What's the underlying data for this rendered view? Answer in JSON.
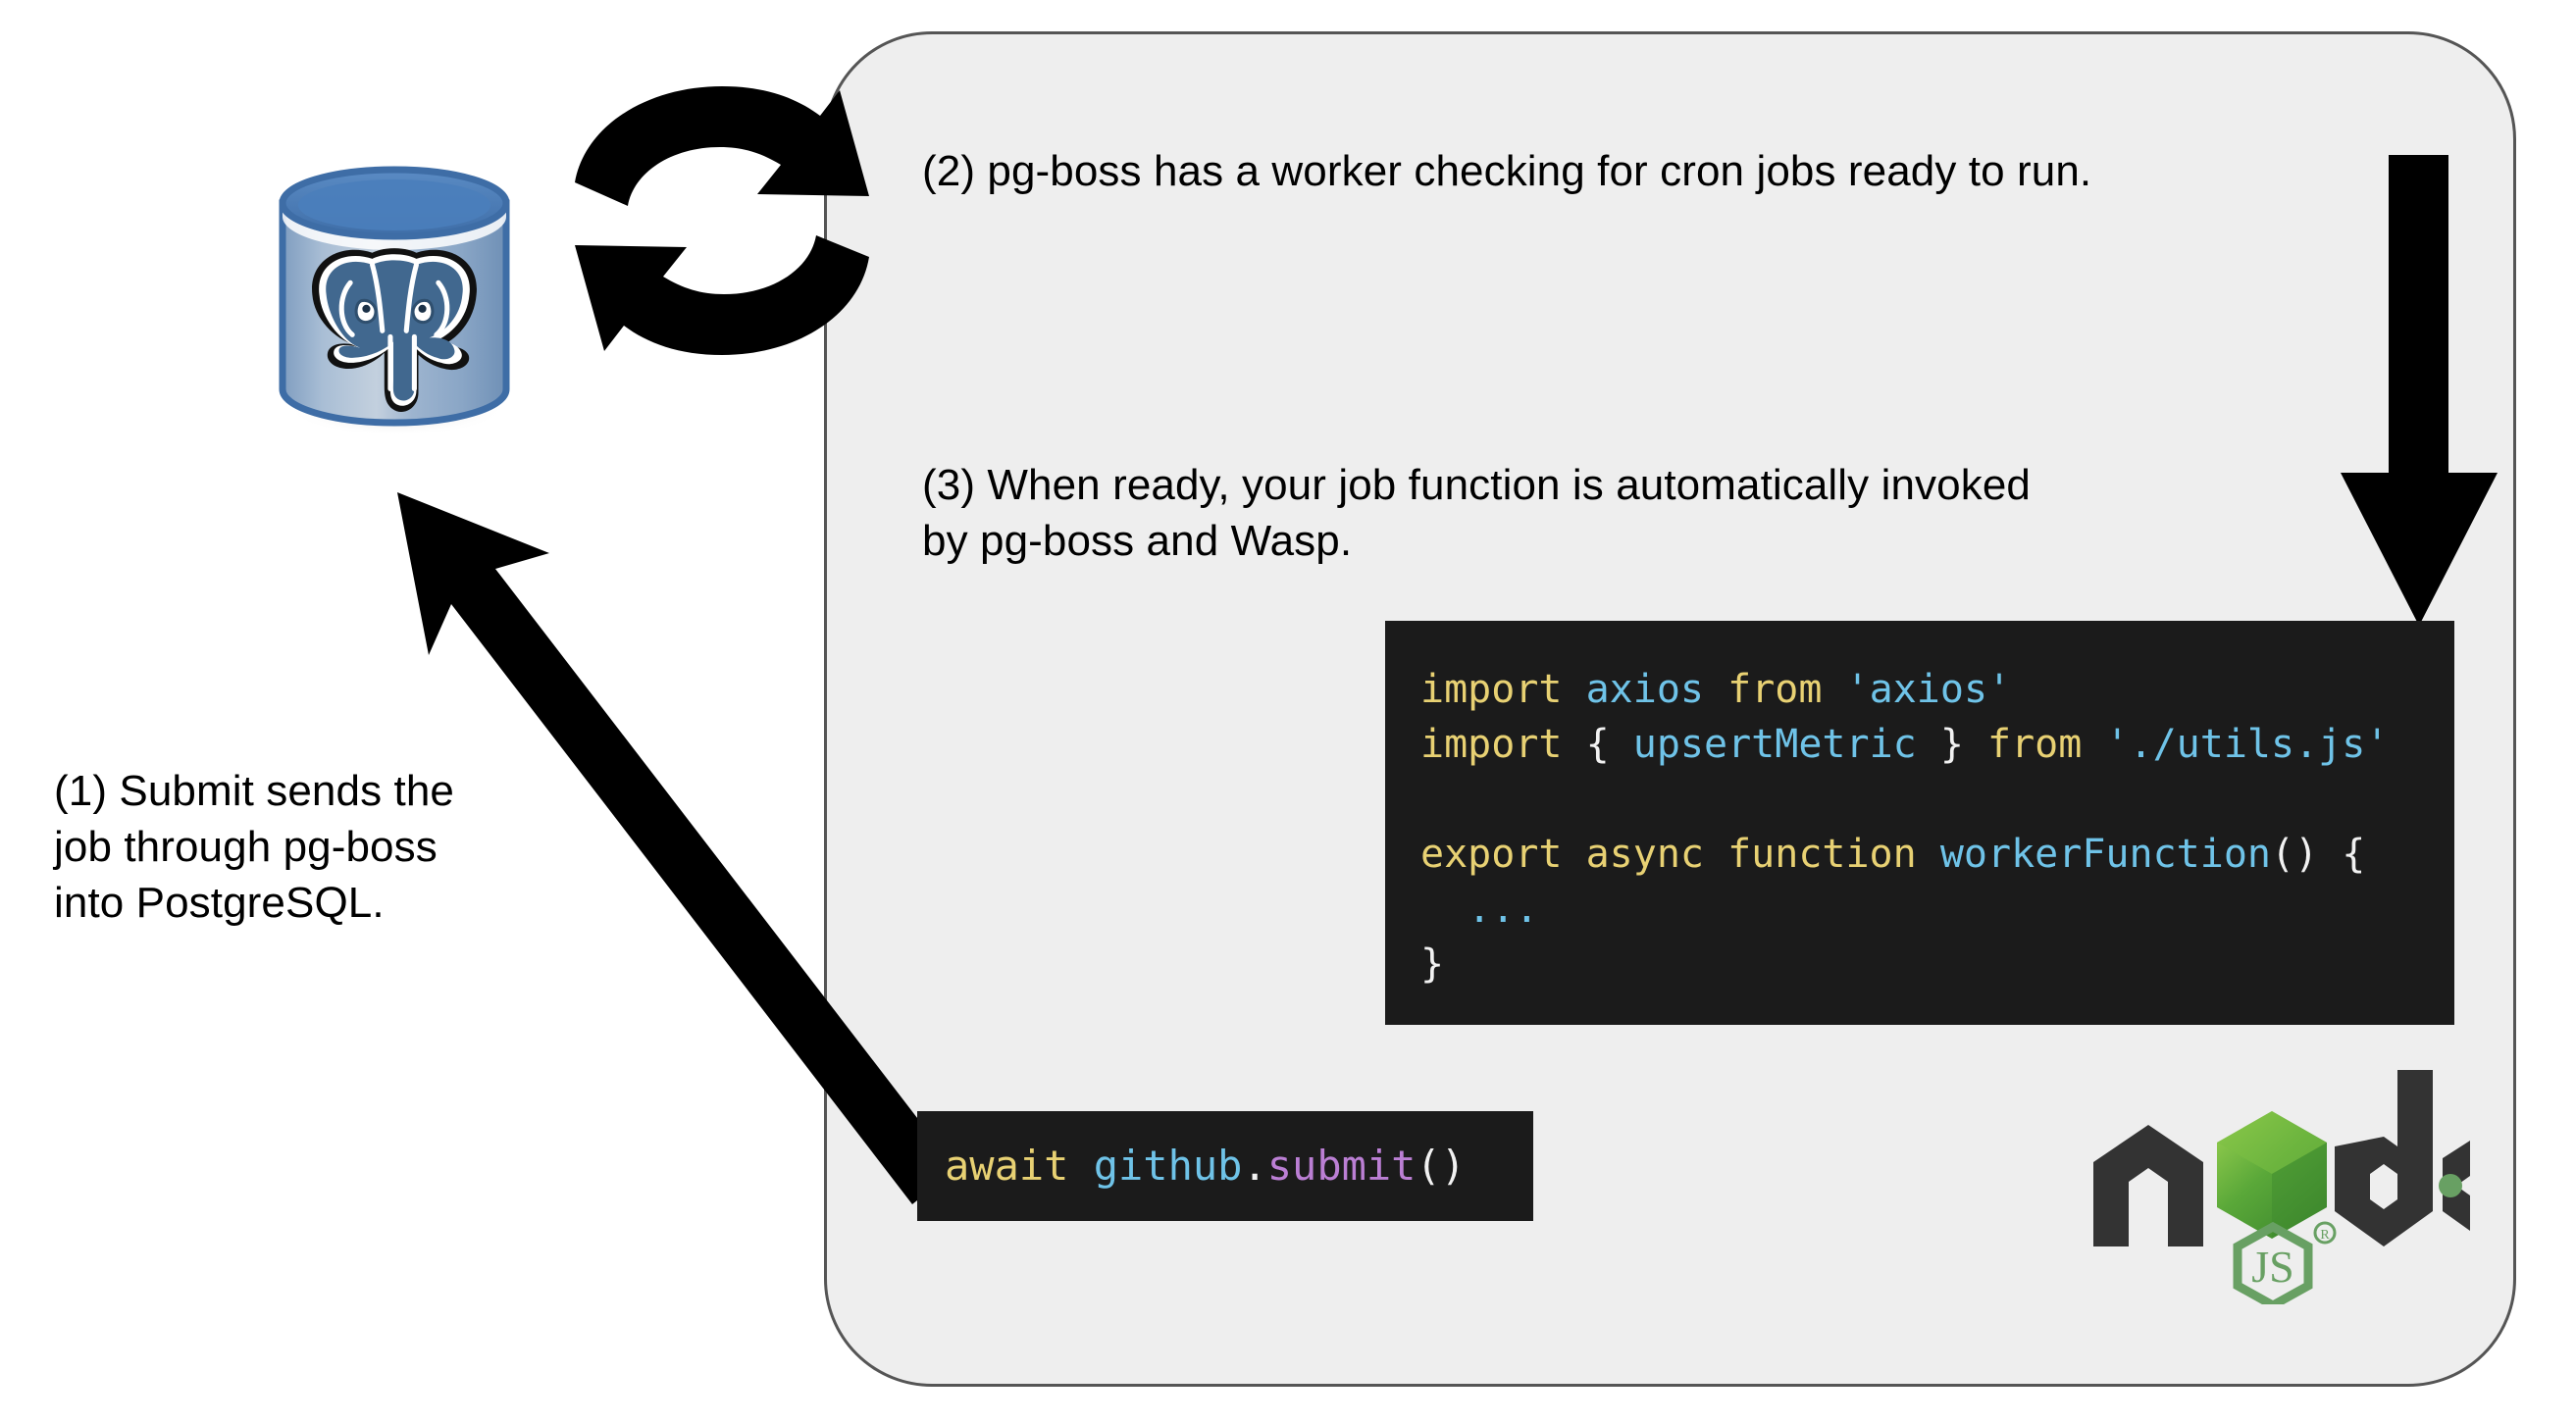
{
  "diagram": {
    "title": "pg-boss job flow through PostgreSQL, Wasp and Node.js",
    "background_color": "#ffffff",
    "panel": {
      "name": "server-panel",
      "fill_color": "#eeeeee",
      "border_color": "#555555"
    }
  },
  "captions": {
    "step1": "(1) Submit sends the\njob through pg-boss\ninto PostgreSQL.",
    "step2": "(2) pg-boss has a worker checking for cron jobs ready to run.",
    "step3": "(3) When ready, your job function is automatically invoked\nby pg-boss and Wasp."
  },
  "code": {
    "worker": {
      "background_color": "#1b1b1b",
      "lines": [
        [
          {
            "t": "import",
            "c": "kw"
          },
          {
            "t": " ",
            "c": "pun"
          },
          {
            "t": "axios",
            "c": "id"
          },
          {
            "t": " ",
            "c": "pun"
          },
          {
            "t": "from",
            "c": "kw"
          },
          {
            "t": " ",
            "c": "pun"
          },
          {
            "t": "'axios'",
            "c": "str"
          }
        ],
        [
          {
            "t": "import",
            "c": "kw"
          },
          {
            "t": " { ",
            "c": "pun"
          },
          {
            "t": "upsertMetric",
            "c": "id"
          },
          {
            "t": " } ",
            "c": "pun"
          },
          {
            "t": "from",
            "c": "kw"
          },
          {
            "t": " ",
            "c": "pun"
          },
          {
            "t": "'./utils.js'",
            "c": "str"
          }
        ],
        [],
        [
          {
            "t": "export async function",
            "c": "kw"
          },
          {
            "t": " ",
            "c": "pun"
          },
          {
            "t": "workerFunction",
            "c": "id"
          },
          {
            "t": "() {",
            "c": "pun"
          }
        ],
        [
          {
            "t": "  ",
            "c": "pun"
          },
          {
            "t": "...",
            "c": "dots"
          }
        ],
        [
          {
            "t": "}",
            "c": "pun"
          }
        ]
      ],
      "plain_text": "import axios from 'axios'\nimport { upsertMetric } from './utils.js'\n\nexport async function workerFunction() {\n  ...\n}"
    },
    "submit": {
      "background_color": "#1b1b1b",
      "lines": [
        [
          {
            "t": "await",
            "c": "kw"
          },
          {
            "t": " ",
            "c": "pun"
          },
          {
            "t": "github",
            "c": "id"
          },
          {
            "t": ".",
            "c": "pun"
          },
          {
            "t": "submit",
            "c": "fn"
          },
          {
            "t": "()",
            "c": "pun"
          }
        ]
      ],
      "plain_text": "await github.submit()"
    }
  },
  "logos": {
    "postgres": {
      "name": "postgresql-database-logo",
      "alt": "PostgreSQL elephant on a blue database cylinder",
      "colors": {
        "cylinder_top": "#4a7ebb",
        "cylinder_body": "#8fa9c9",
        "border": "#3e6da6",
        "elephant": "#41688f"
      }
    },
    "nodejs": {
      "name": "nodejs-logo",
      "wordmark": "node",
      "badge_text": "JS",
      "trademark": "®",
      "colors": {
        "dark": "#333333",
        "green": "#68a063",
        "green_light": "#83cd29"
      }
    }
  },
  "arrows": {
    "sync": {
      "name": "bidirectional-sync-arrows",
      "color": "#000000",
      "meaning": "pg-boss worker polls PostgreSQL back and forth"
    },
    "down": {
      "name": "down-arrow",
      "color": "#000000",
      "meaning": "flow from worker check into job function invocation"
    },
    "submit_to_db": {
      "name": "submit-to-database-arrow",
      "color": "#000000",
      "meaning": "submit() sends the job into PostgreSQL"
    }
  }
}
